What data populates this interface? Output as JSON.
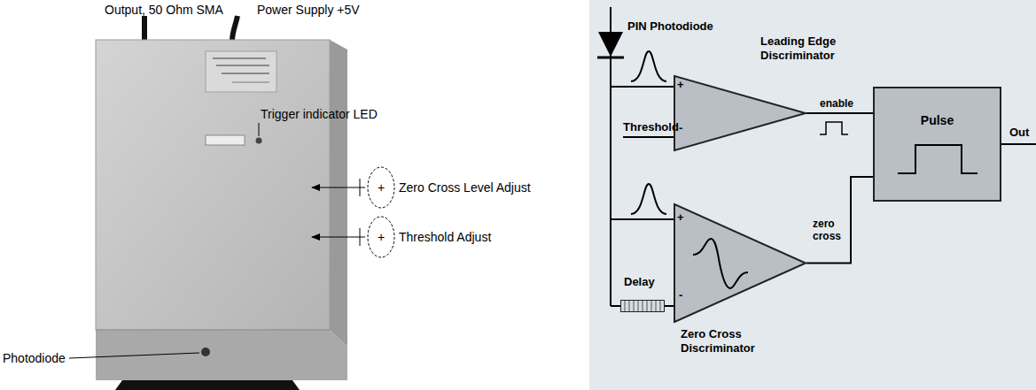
{
  "diagram": {
    "nodes": [
      {
        "text": [
          "Leading Edge Discriminator"
        ]
      },
      {
        "text": [
          "Zero Cross Discriminator"
        ]
      },
      {
        "text": [
          "Delay"
        ]
      },
      {
        "text": [
          "Pulse"
        ]
      }
    ],
    "edges": [
      {
        "from": 0,
        "to": 3,
        "label": "enable",
        "arrow": "none"
      },
      {
        "from": 1,
        "to": 3,
        "label": "zero cross",
        "arrow": "none"
      },
      {
        "from": 2,
        "to": 1,
        "arrow": "none"
      }
    ],
    "labels": [
      "Output, 50 Ohm SMA",
      "Power Supply +5V",
      "Trigger indicator LED",
      "+",
      "Zero Cross Level Adjust",
      "+",
      "Threshold Adjust",
      "Photodiode",
      "PIN Photodiode",
      "Threshold",
      "+",
      "-",
      "+",
      "-",
      "Out"
    ]
  }
}
